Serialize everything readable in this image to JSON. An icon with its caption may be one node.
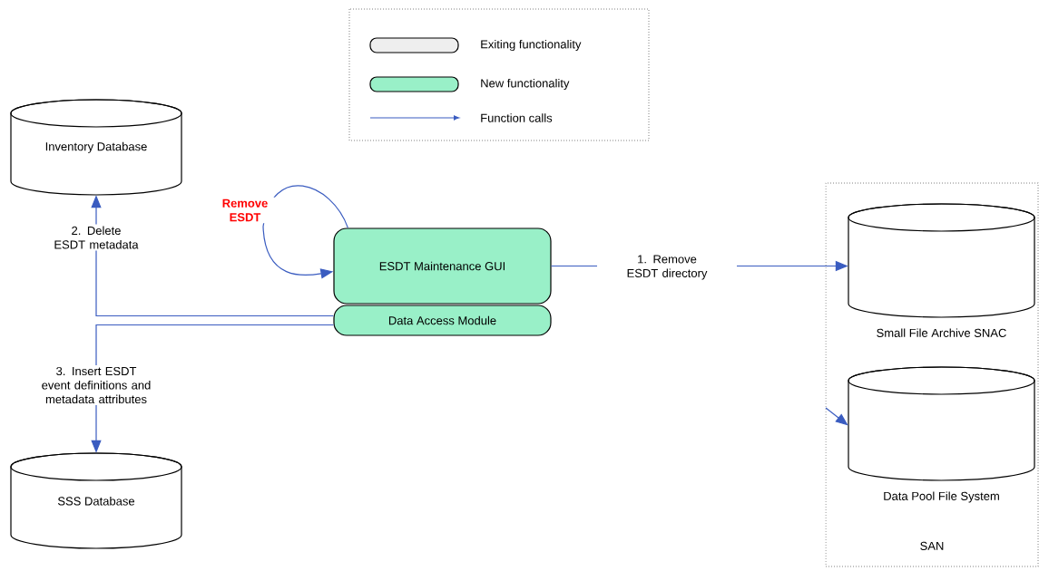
{
  "diagram": {
    "nodes": [
      {
        "text": [
          "Inventory Database"
        ]
      },
      {
        "text": [
          "ESDT Maintenance GUI"
        ]
      },
      {
        "text": [
          "Data Access Module"
        ]
      },
      {
        "text": [
          "SSS Database"
        ]
      },
      {
        "text": [
          "SAN"
        ]
      },
      {
        "text": [
          "Small File Archive SNAC"
        ],
        "in": 4
      },
      {
        "text": [
          "Data Pool File System"
        ],
        "in": 4
      }
    ],
    "edges": [
      {
        "from": 1,
        "to": 1,
        "arrow": "to",
        "label": "Remove ESDT"
      },
      {
        "from": 1,
        "to": 5,
        "arrow": "to",
        "label": "1. Remove ESDT directory"
      },
      {
        "from": 2,
        "to": 0,
        "arrow": "to",
        "label": "2. Delete ESDT metadata"
      },
      {
        "from": 2,
        "to": 3,
        "arrow": "to",
        "label": "3. Insert ESDT event definitions and metadata attributes"
      },
      {
        "from": null,
        "to": 6,
        "arrow": "to"
      }
    ],
    "legend": [
      {
        "text": "Exiting functionality",
        "color": "#eeeeee"
      },
      {
        "text": "New functionality",
        "color": "#99f0c8"
      },
      {
        "text": "Function calls"
      }
    ]
  }
}
